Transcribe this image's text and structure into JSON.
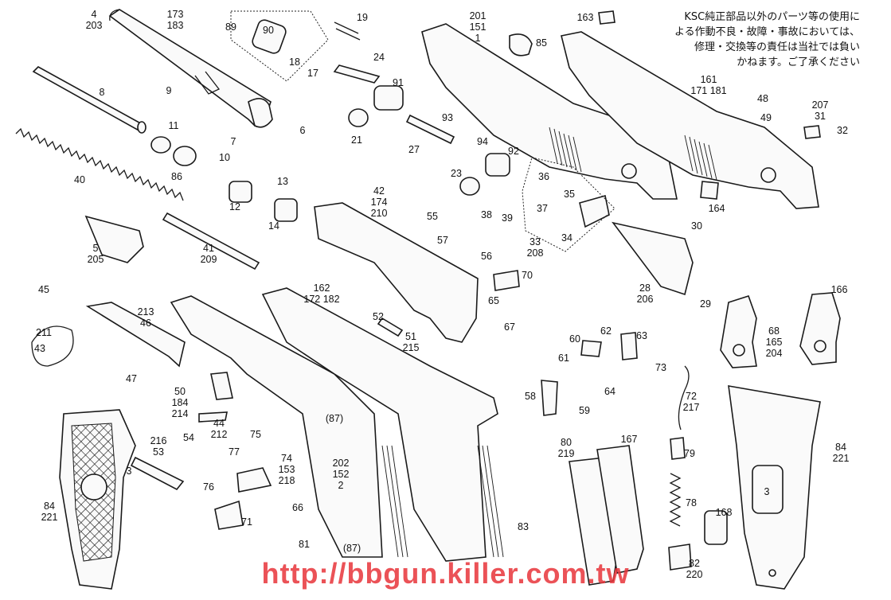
{
  "notice_lines": [
    "KSC純正部品以外のパーツ等の使用に",
    "よる作動不良・故障・事故においては、",
    "修理・交換等の責任は当社では負い",
    "かねます。ご了承ください"
  ],
  "watermark": "http://bbgun.killer.com.tw",
  "callouts": [
    {
      "id": "c-4-203",
      "lines": [
        "4",
        "203"
      ]
    },
    {
      "id": "c-173-183",
      "lines": [
        "173",
        "183"
      ]
    },
    {
      "id": "c-89",
      "lines": [
        "89"
      ]
    },
    {
      "id": "c-90",
      "lines": [
        "90"
      ]
    },
    {
      "id": "c-18",
      "lines": [
        "18"
      ]
    },
    {
      "id": "c-17",
      "lines": [
        "17"
      ]
    },
    {
      "id": "c-19",
      "lines": [
        "19"
      ]
    },
    {
      "id": "c-24",
      "lines": [
        "24"
      ]
    },
    {
      "id": "c-201-151-1",
      "lines": [
        "201",
        "151",
        "1"
      ]
    },
    {
      "id": "c-85",
      "lines": [
        "85"
      ]
    },
    {
      "id": "c-163",
      "lines": [
        "163"
      ]
    },
    {
      "id": "c-8",
      "lines": [
        "8"
      ]
    },
    {
      "id": "c-9",
      "lines": [
        "9"
      ]
    },
    {
      "id": "c-91",
      "lines": [
        "91"
      ]
    },
    {
      "id": "c-161-171-181",
      "lines": [
        "161",
        "171  181"
      ]
    },
    {
      "id": "c-48",
      "lines": [
        "48"
      ]
    },
    {
      "id": "c-49",
      "lines": [
        "49"
      ]
    },
    {
      "id": "c-207-31",
      "lines": [
        "207",
        "31"
      ]
    },
    {
      "id": "c-32",
      "lines": [
        "32"
      ]
    },
    {
      "id": "c-11",
      "lines": [
        "11"
      ]
    },
    {
      "id": "c-7",
      "lines": [
        "7"
      ]
    },
    {
      "id": "c-6",
      "lines": [
        "6"
      ]
    },
    {
      "id": "c-21",
      "lines": [
        "21"
      ]
    },
    {
      "id": "c-93",
      "lines": [
        "93"
      ]
    },
    {
      "id": "c-27",
      "lines": [
        "27"
      ]
    },
    {
      "id": "c-94",
      "lines": [
        "94"
      ]
    },
    {
      "id": "c-92",
      "lines": [
        "92"
      ]
    },
    {
      "id": "c-86",
      "lines": [
        "86"
      ]
    },
    {
      "id": "c-10",
      "lines": [
        "10"
      ]
    },
    {
      "id": "c-40",
      "lines": [
        "40"
      ]
    },
    {
      "id": "c-13",
      "lines": [
        "13"
      ]
    },
    {
      "id": "c-12",
      "lines": [
        "12"
      ]
    },
    {
      "id": "c-14",
      "lines": [
        "14"
      ]
    },
    {
      "id": "c-23",
      "lines": [
        "23"
      ]
    },
    {
      "id": "c-36",
      "lines": [
        "36"
      ]
    },
    {
      "id": "c-37",
      "lines": [
        "37"
      ]
    },
    {
      "id": "c-35",
      "lines": [
        "35"
      ]
    },
    {
      "id": "c-42-174-210",
      "lines": [
        "42",
        "174",
        "210"
      ]
    },
    {
      "id": "c-55",
      "lines": [
        "55"
      ]
    },
    {
      "id": "c-38",
      "lines": [
        "38"
      ]
    },
    {
      "id": "c-39",
      "lines": [
        "39"
      ]
    },
    {
      "id": "c-164",
      "lines": [
        "164"
      ]
    },
    {
      "id": "c-57",
      "lines": [
        "57"
      ]
    },
    {
      "id": "c-34",
      "lines": [
        "34"
      ]
    },
    {
      "id": "c-30",
      "lines": [
        "30"
      ]
    },
    {
      "id": "c-5-205",
      "lines": [
        "5",
        "205"
      ]
    },
    {
      "id": "c-41-209",
      "lines": [
        "41",
        "209"
      ]
    },
    {
      "id": "c-33-208",
      "lines": [
        "33",
        "208"
      ]
    },
    {
      "id": "c-56",
      "lines": [
        "56"
      ]
    },
    {
      "id": "c-28-206",
      "lines": [
        "28",
        "206"
      ]
    },
    {
      "id": "c-70",
      "lines": [
        "70"
      ]
    },
    {
      "id": "c-29",
      "lines": [
        "29"
      ]
    },
    {
      "id": "c-166",
      "lines": [
        "166"
      ]
    },
    {
      "id": "c-45",
      "lines": [
        "45"
      ]
    },
    {
      "id": "c-162-172-182",
      "lines": [
        "162",
        "172  182"
      ]
    },
    {
      "id": "c-65",
      "lines": [
        "65"
      ]
    },
    {
      "id": "c-213-46",
      "lines": [
        "213",
        "46"
      ]
    },
    {
      "id": "c-52",
      "lines": [
        "52"
      ]
    },
    {
      "id": "c-67",
      "lines": [
        "67"
      ]
    },
    {
      "id": "c-68-165-204",
      "lines": [
        "68",
        "165",
        "204"
      ]
    },
    {
      "id": "c-211",
      "lines": [
        "211"
      ]
    },
    {
      "id": "c-43",
      "lines": [
        "43"
      ]
    },
    {
      "id": "c-51-215",
      "lines": [
        "51",
        "215"
      ]
    },
    {
      "id": "c-60",
      "lines": [
        "60"
      ]
    },
    {
      "id": "c-62",
      "lines": [
        "62"
      ]
    },
    {
      "id": "c-63",
      "lines": [
        "63"
      ]
    },
    {
      "id": "c-61",
      "lines": [
        "61"
      ]
    },
    {
      "id": "c-47",
      "lines": [
        "47"
      ]
    },
    {
      "id": "c-73",
      "lines": [
        "73"
      ]
    },
    {
      "id": "c-64",
      "lines": [
        "64"
      ]
    },
    {
      "id": "c-50-184-214",
      "lines": [
        "50",
        "184",
        "214"
      ]
    },
    {
      "id": "c-58",
      "lines": [
        "58"
      ]
    },
    {
      "id": "c-72-217",
      "lines": [
        "72",
        "217"
      ]
    },
    {
      "id": "c-59",
      "lines": [
        "59"
      ]
    },
    {
      "id": "c-87a",
      "lines": [
        "(87)"
      ]
    },
    {
      "id": "c-44-212",
      "lines": [
        "44",
        "212"
      ]
    },
    {
      "id": "c-84-221-right",
      "lines": [
        "84",
        "221"
      ]
    },
    {
      "id": "c-216-53",
      "lines": [
        "216",
        "53"
      ]
    },
    {
      "id": "c-54",
      "lines": [
        "54"
      ]
    },
    {
      "id": "c-75",
      "lines": [
        "75"
      ]
    },
    {
      "id": "c-80-219",
      "lines": [
        "80",
        "219"
      ]
    },
    {
      "id": "c-167",
      "lines": [
        "167"
      ]
    },
    {
      "id": "c-77",
      "lines": [
        "77"
      ]
    },
    {
      "id": "c-79",
      "lines": [
        "79"
      ]
    },
    {
      "id": "c-3-left",
      "lines": [
        "3"
      ]
    },
    {
      "id": "c-202-152-2",
      "lines": [
        "202",
        "152",
        "2"
      ]
    },
    {
      "id": "c-74-153-218",
      "lines": [
        "74",
        "153",
        "218"
      ]
    },
    {
      "id": "c-76",
      "lines": [
        "76"
      ]
    },
    {
      "id": "c-3-right",
      "lines": [
        "3"
      ]
    },
    {
      "id": "c-84-221-left",
      "lines": [
        "84",
        "221"
      ]
    },
    {
      "id": "c-78",
      "lines": [
        "78"
      ]
    },
    {
      "id": "c-66",
      "lines": [
        "66"
      ]
    },
    {
      "id": "c-71",
      "lines": [
        "71"
      ]
    },
    {
      "id": "c-168",
      "lines": [
        "168"
      ]
    },
    {
      "id": "c-83",
      "lines": [
        "83"
      ]
    },
    {
      "id": "c-81",
      "lines": [
        "81"
      ]
    },
    {
      "id": "c-87b",
      "lines": [
        "(87)"
      ]
    },
    {
      "id": "c-82-220",
      "lines": [
        "82",
        "220"
      ]
    }
  ]
}
